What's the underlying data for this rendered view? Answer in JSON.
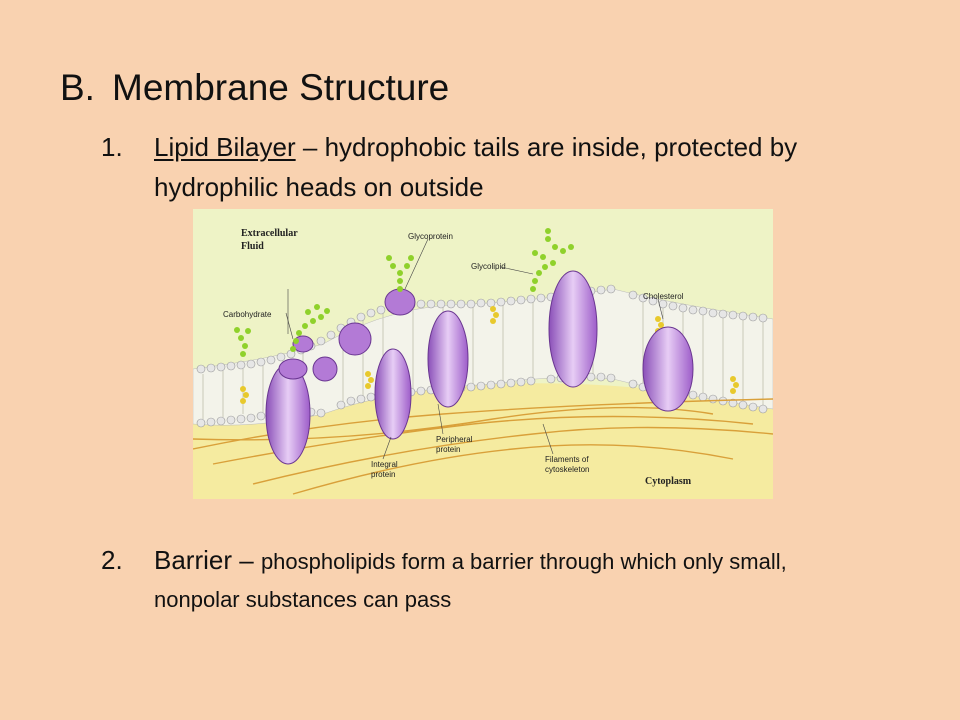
{
  "heading": {
    "marker": "B.",
    "text": "Membrane Structure"
  },
  "items": [
    {
      "marker": "1.",
      "term": "Lipid Bilayer",
      "dash": " – ",
      "text": "hydrophobic tails are inside, protected by hydrophilic heads on outside"
    },
    {
      "marker": "2.",
      "term": "Barrier",
      "dash": " – ",
      "text": "phospholipids form a barrier through which only small, nonpolar substances can pass"
    }
  ],
  "figure": {
    "labels": {
      "extracellular_1": "Extracellular",
      "extracellular_2": "Fluid",
      "glycoprotein": "Glycoprotein",
      "glycolipid": "Glycolipid",
      "carbohydrate": "Carbohydrate",
      "cholesterol": "Cholesterol",
      "peripheral_1": "Peripheral",
      "peripheral_2": "protein",
      "integral_1": "Integral",
      "integral_2": "protein",
      "filaments_1": "Filaments of",
      "filaments_2": "cytoskeleton",
      "cytoplasm": "Cytoplasm"
    },
    "colors": {
      "background": "#eef3c6",
      "protein": "#b37ad6",
      "heads": "#e6e6e6",
      "cytoplasm": "#f5eba0",
      "filament": "#d9a03a",
      "sugar": "#8fd12b"
    }
  }
}
